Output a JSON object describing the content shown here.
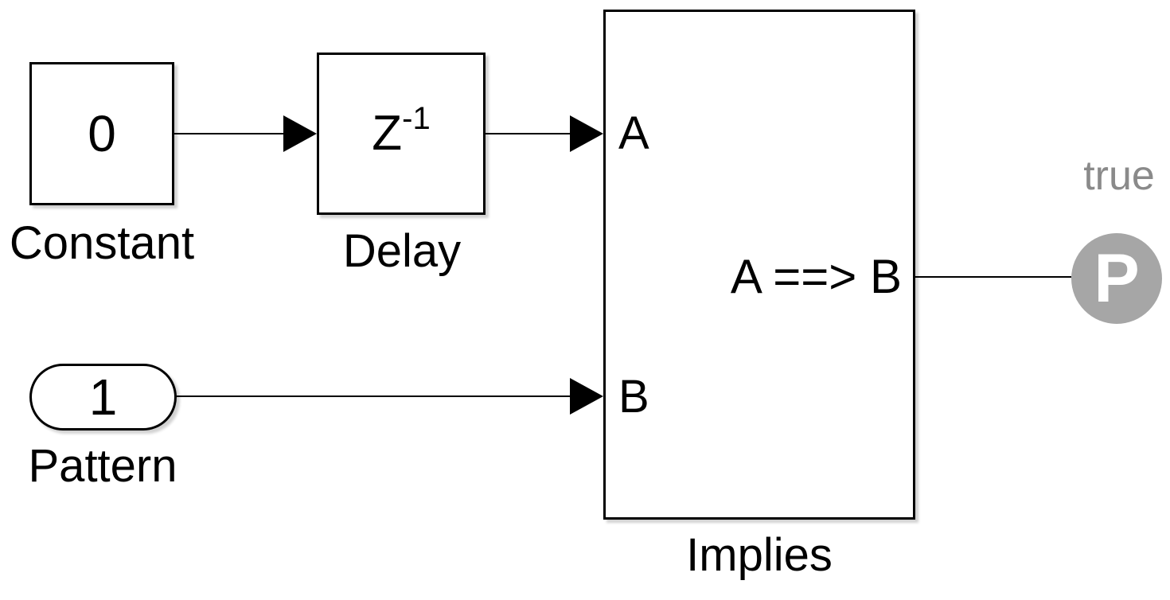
{
  "diagram": {
    "type": "simulink-block-diagram",
    "blocks": {
      "constant": {
        "value": "0",
        "label": "Constant"
      },
      "delay": {
        "symbol_base": "Z",
        "symbol_exp": "-1",
        "label": "Delay"
      },
      "pattern": {
        "value": "1",
        "label": "Pattern"
      },
      "implies": {
        "label": "Implies",
        "port_a": "A",
        "port_b": "B",
        "output_label": "A ==> B"
      },
      "proof_objective": {
        "symbol": "P",
        "annotation": "true"
      }
    },
    "connections": [
      {
        "from": "Constant",
        "to": "Delay"
      },
      {
        "from": "Delay",
        "to": "Implies.A"
      },
      {
        "from": "Pattern",
        "to": "Implies.B"
      },
      {
        "from": "Implies.out",
        "to": "proof_objective"
      }
    ],
    "colors": {
      "block_border": "#000000",
      "block_fill": "#ffffff",
      "wire": "#000000",
      "proof_circle_fill": "#a6a6a6",
      "proof_symbol": "#ffffff",
      "annotation_text": "#8a8a8a",
      "canvas_background": "#ffffff"
    }
  }
}
